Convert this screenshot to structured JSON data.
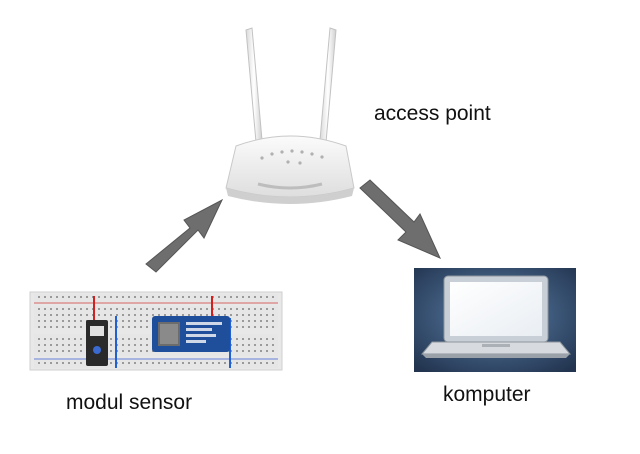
{
  "nodes": {
    "access_point": {
      "label": "access point",
      "icon": "wifi-router-icon"
    },
    "sensor": {
      "label": "modul sensor",
      "icon": "breadboard-sensor-icon"
    },
    "computer": {
      "label": "komputer",
      "icon": "laptop-icon"
    }
  },
  "edges": [
    {
      "from": "sensor",
      "to": "access_point"
    },
    {
      "from": "access_point",
      "to": "computer"
    }
  ],
  "colors": {
    "arrow": "#6e6e6e",
    "router_body": "#f2f2f2",
    "breadboard": "#e4e4e4",
    "laptop_bg": "#3d5f86",
    "board_blue": "#1f4e9a"
  }
}
